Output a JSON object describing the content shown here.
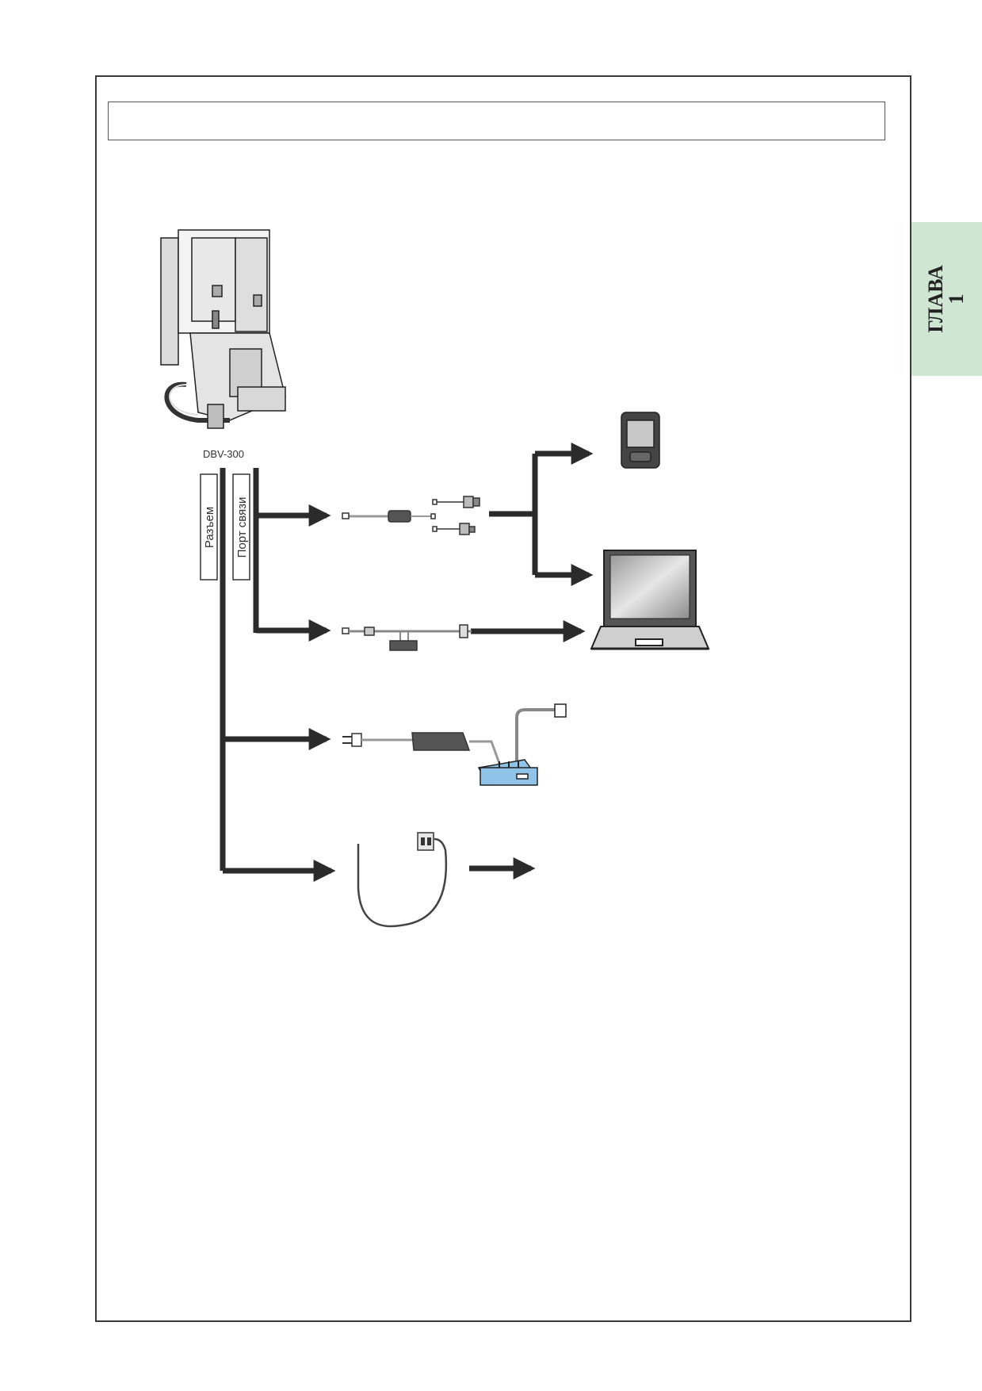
{
  "chapter_tab": {
    "word": "ГЛАВА",
    "number": "1"
  },
  "diagram": {
    "device_label": "DBV-300",
    "bus_labels": {
      "connector": "Разъем",
      "comm_port": "Порт связи"
    }
  },
  "colors": {
    "tab_green": "#cfe6d3",
    "router_blue": "#8fc4e8",
    "line_dark": "#2b2b2b"
  },
  "icons": [
    "bill-validator-icon",
    "pda-icon",
    "laptop-icon",
    "router-icon",
    "power-adapter-icon",
    "cable-icon"
  ]
}
